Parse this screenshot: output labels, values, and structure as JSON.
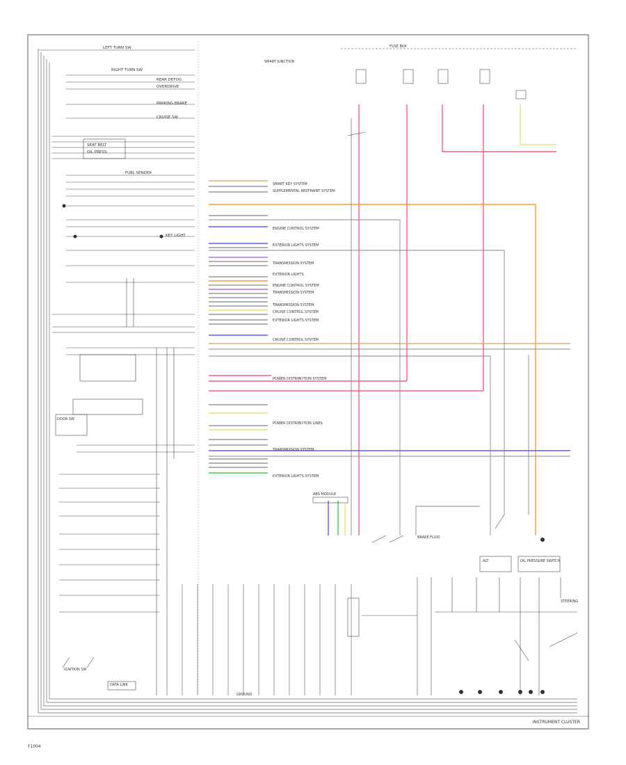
{
  "diagram": {
    "footer_title": "INSTRUMENT CLUSTER",
    "page_code": "F1004",
    "labels": {
      "left_turn_sw": "LEFT TURN SW",
      "right_turn_sw": "RIGHT TURN SW",
      "rear_defog": "REAR DEFOG",
      "overdrive": "OVERDRIVE",
      "parking_brake": "PARKING BRAKE",
      "cruise_sw": "CRUISE SW",
      "seat_belt": "SEAT BELT",
      "oil_press": "OIL PRESS",
      "fuel_sender": "FUEL SENDER",
      "key_light": "KEY LIGHT",
      "fuse_box": "FUSE BOX",
      "smart_junction": "SMART JUNCTION",
      "ground": "GROUND",
      "abs_module": "ABS MODULE",
      "alt": "ALT",
      "brake_fluid": "BRAKE FLUID",
      "oil_pressure_switch": "OIL PRESSURE SWITCH",
      "door_sw": "DOOR SW",
      "ignition_sw": "IGNITION SW",
      "data_link": "DATA LINK",
      "steering": "STEERING"
    },
    "system_labels": [
      "SMART KEY SYSTEM",
      "SUPPLEMENTAL RESTRAINT SYSTEM",
      "ENGINE CONTROL SYSTEM",
      "EXTERIOR LIGHTS SYSTEM",
      "TRANSMISSION SYSTEM",
      "EXTERIOR LIGHTS",
      "ENGINE CONTROL SYSTEM",
      "TRANSMISSION SYSTEM",
      "TRANSMISSION SYSTEM",
      "CRUISE CONTROL SYSTEM",
      "EXTERIOR LIGHTS SYSTEM",
      "CRUISE CONTROL SYSTEM",
      "POWER DISTRIBUTION SYSTEM",
      "POWER DISTRIBUTION LINES",
      "TRANSMISSION SYSTEM",
      "EXTERIOR LIGHTS SYSTEM"
    ],
    "wire_colors": {
      "pink": "#ff5a7a",
      "orange": "#ff9a30",
      "yellow": "#e8e070",
      "blue": "#5a5aff",
      "purple": "#b070e0",
      "green": "#40d040",
      "gray": "#888888",
      "black": "#222222",
      "tan": "#d8b070"
    }
  }
}
